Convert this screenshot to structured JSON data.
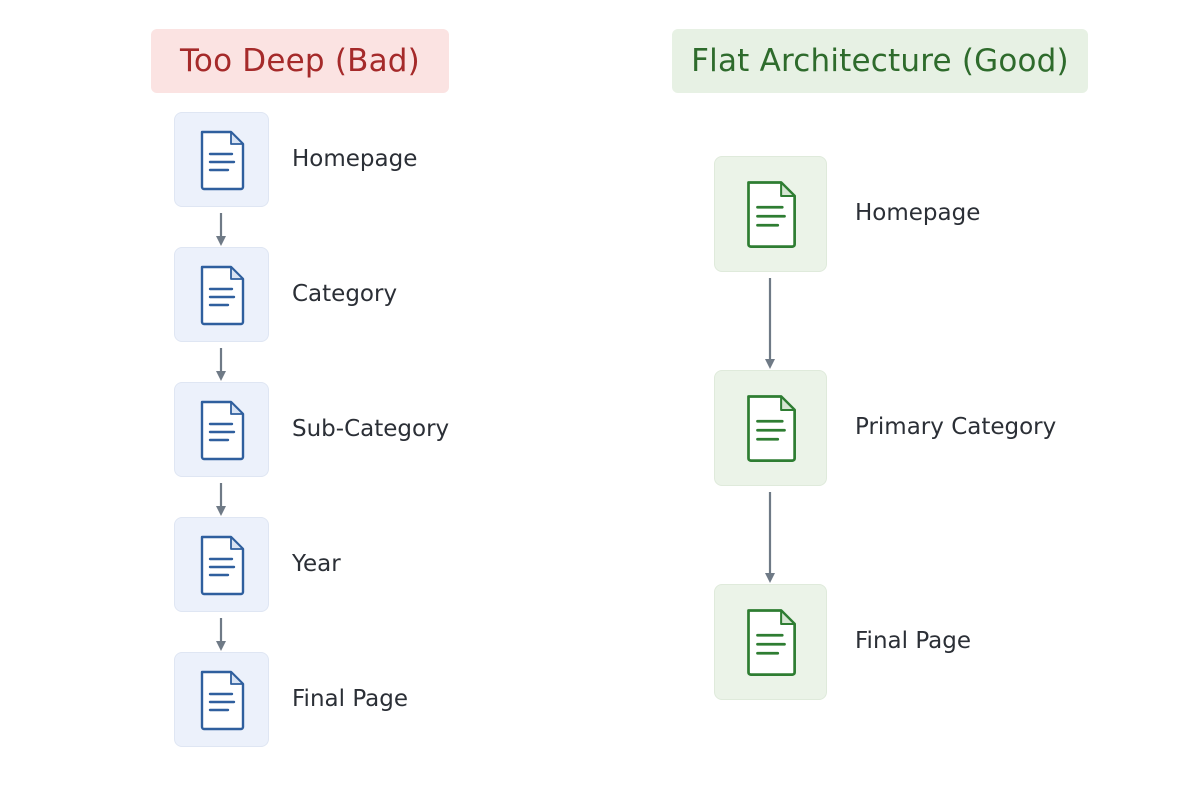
{
  "titles": {
    "bad": "Too Deep (Bad)",
    "good": "Flat Architecture (Good)"
  },
  "deep_nodes": [
    {
      "label": "Homepage"
    },
    {
      "label": "Category"
    },
    {
      "label": "Sub-Category"
    },
    {
      "label": "Year"
    },
    {
      "label": "Final Page"
    }
  ],
  "flat_nodes": [
    {
      "label": "Homepage"
    },
    {
      "label": "Primary Category"
    },
    {
      "label": "Final Page"
    }
  ],
  "colors": {
    "bad_title": "#a52a2a",
    "good_title": "#2e6b2c",
    "bad_icon": "#2f5f9e",
    "good_icon": "#2e7d32",
    "arrow": "#6f7a86"
  },
  "icons": {
    "node_icon": "document-icon",
    "connector": "arrow-down-icon"
  }
}
